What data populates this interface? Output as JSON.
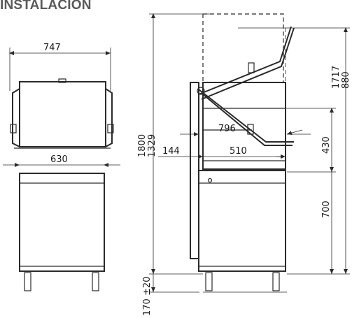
{
  "title": "INSTALACIÓN",
  "dimensions": {
    "front_width_top": "747",
    "front_width_base": "630",
    "height_open": "1800",
    "height_closed": "1329",
    "hood_height_open": "1717",
    "hood_height_closed": "880",
    "depth_with_handle": "796",
    "depth_body": "510",
    "side_offset": "144",
    "handle_height": "430",
    "base_height": "700",
    "legs_height": "170 ±20"
  }
}
